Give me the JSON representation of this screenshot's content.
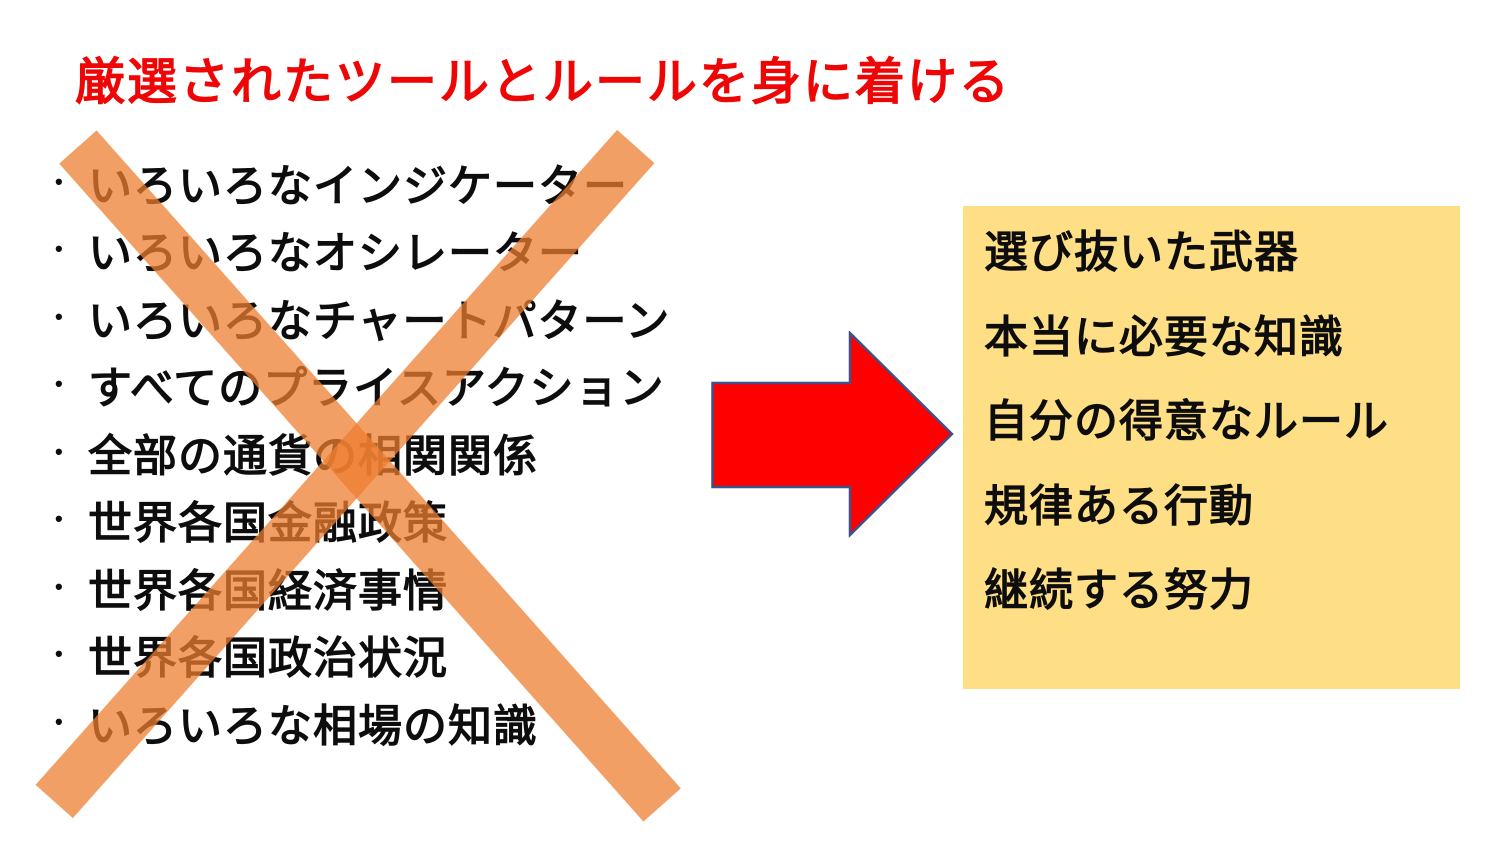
{
  "slide": {
    "title": "厳選されたツールとルールを身に着ける",
    "bullet_char": "•",
    "crossed_list": [
      "いろいろなインジケーター",
      "いろいろなオシレーター",
      "いろいろなチャートパターン",
      "すべてのプライスアクション",
      "全部の通貨の相関関係",
      "世界各国金融政策",
      "世界各国経済事情",
      "世界各国政治状況",
      "いろいろな相場の知識"
    ],
    "result_list": [
      "選び抜いた武器",
      "本当に必要な知識",
      "自分の得意なルール",
      "規律ある行動",
      "継続する努力"
    ]
  },
  "shapes": {
    "cross": "cross-out-x-icon",
    "arrow": "right-arrow-icon"
  },
  "colors": {
    "background": "#FFFFFF",
    "title_red": "#EE0505",
    "text_black": "#0D0D0D",
    "box_yellow": "#FFDF85",
    "arrow_fill": "#FE0000",
    "arrow_outline": "#3F5188",
    "cross_orange": "#ED7D31",
    "cross_opacity": 0.74
  }
}
